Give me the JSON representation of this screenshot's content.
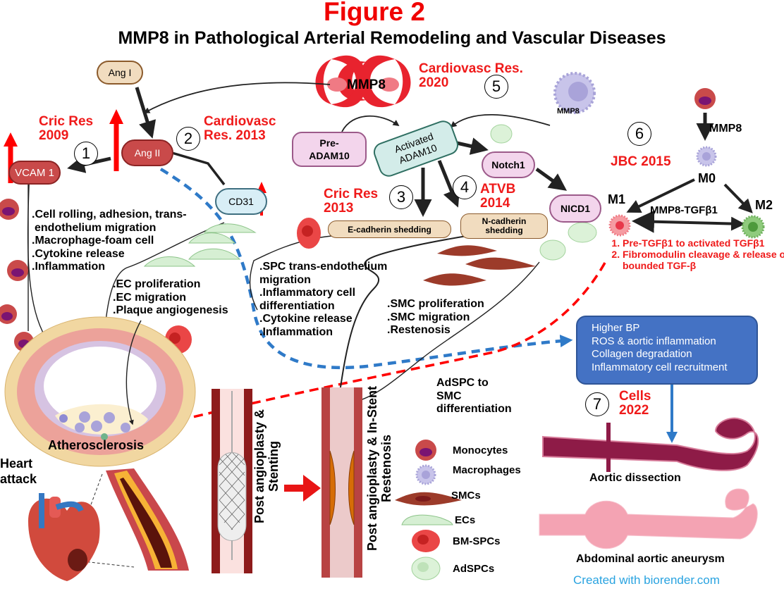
{
  "figure": {
    "label": "Figure 2",
    "title": "MMP8 in Pathological Arterial Remodeling and Vascular Diseases",
    "credit": "Created with biorender.com"
  },
  "nodes": {
    "ang1": "Ang I",
    "ang2": "Ang II",
    "vcam1": "VCAM 1",
    "cd31": "CD31",
    "mmp8": "MMP8",
    "pre_adam10": "Pre-\nADAM10",
    "activated_adam10": "Activated\nADAM10",
    "notch1": "Notch1",
    "nicd1": "NICD1",
    "e_cadherin": "E-cadherin shedding",
    "n_cadherin": "N-cadherin\nshedding",
    "macrophage_mmp8": "MMP8"
  },
  "references": [
    {
      "num": "1",
      "text": "Cric Res\n2009"
    },
    {
      "num": "2",
      "text": "Cardiovasc\nRes. 2013"
    },
    {
      "num": "3",
      "text": "Cric Res\n2013"
    },
    {
      "num": "4",
      "text": "ATVB\n2014"
    },
    {
      "num": "5",
      "text": "Cardiovasc Res.\n2020"
    },
    {
      "num": "6",
      "text": "JBC 2015"
    },
    {
      "num": "7",
      "text": "Cells\n2022"
    }
  ],
  "effects": {
    "vcam": [
      ".Cell rolling, adhesion, trans-",
      "endothelium migration",
      ".Macrophage-foam cell",
      ".Cytokine release",
      ".Inflammation"
    ],
    "ec": [
      ".EC proliferation",
      ".EC migration",
      ".Plaque angiogenesis"
    ],
    "spc": [
      ".SPC trans-endothelium",
      "migration",
      ".Inflammatory cell",
      "differentiation",
      ".Cytokine release",
      ".Inflammation"
    ],
    "smc": [
      ".SMC proliferation",
      ".SMC migration",
      ".Restenosis"
    ],
    "adspc": [
      "AdSPC to",
      "SMC",
      "differentiation"
    ]
  },
  "macrophage_polarization": {
    "mmp8_arrow_label": "MMP8",
    "m0": "M0",
    "m1": "M1",
    "m2": "M2",
    "link_label": "MMP8-TGFβ1",
    "mechanisms": [
      "Pre-TGFβ1 to activated TGFβ1",
      "Fibromodulin cleavage & release of bounded TGF-β"
    ]
  },
  "aortic_box": {
    "lines": [
      "Higher BP",
      "ROS & aortic inflammation",
      "Collagen degradation",
      "Inflammatory cell recruitment"
    ]
  },
  "diseases": {
    "atherosclerosis": "Atherosclerosis",
    "heart_attack": "Heart\nattack",
    "stenting": "Post angioplasty &\nStenting",
    "restenosis": "Post angioplasty & In-Stent\nRestenosis",
    "aortic_dissection": "Aortic dissection",
    "aaa": "Abdominal aortic aneurysm"
  },
  "legend": [
    {
      "icon": "monocyte-icon",
      "label": "Monocytes"
    },
    {
      "icon": "macrophage-icon",
      "label": "Macrophages"
    },
    {
      "icon": "smc-icon",
      "label": "SMCs"
    },
    {
      "icon": "ec-icon",
      "label": "ECs"
    },
    {
      "icon": "bm-spc-icon",
      "label": "BM-SPCs"
    },
    {
      "icon": "adspc-icon",
      "label": "AdSPCs"
    }
  ],
  "colors": {
    "ref_red": "#ef1a1a",
    "ang2_fill": "#c94a4a",
    "adam_fill": "#d3ece9",
    "pink_node": "#f3d5ec",
    "tan_node": "#f1dcbf",
    "blue_box": "#4472c4",
    "blue_dash": "#2f7ac8",
    "aorta_dissection": "#8e1b47",
    "aorta_aaa": "#f4a3b3"
  }
}
